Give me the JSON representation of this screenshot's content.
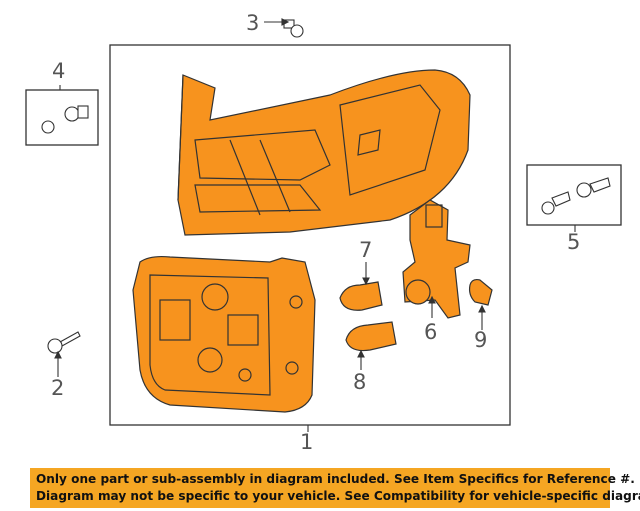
{
  "callouts": {
    "c1": "1",
    "c2": "2",
    "c3": "3",
    "c4": "4",
    "c5": "5",
    "c6": "6",
    "c7": "7",
    "c8": "8",
    "c9": "9"
  },
  "disclaimer": {
    "line1": "Only one part or sub-assembly in diagram included. See Item Specifics for Reference #.",
    "line2": "Diagram may not be specific to your vehicle. See Compatibility for vehicle-specific diagrams."
  },
  "colors": {
    "part_fill": "#f7931e",
    "banner": "#f5a623",
    "line": "#333333",
    "callout_text": "#555555"
  }
}
